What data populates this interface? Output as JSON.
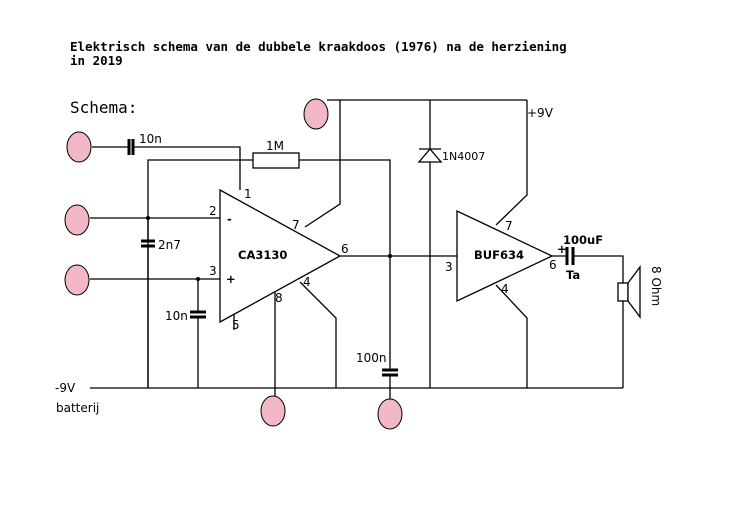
{
  "title": "Elektrisch schema van de dubbele kraakdoos (1976) na de herziening\nin 2019",
  "heading": "Schema:",
  "components": {
    "c_in": "10n",
    "r_fb": "1M",
    "c_2n7": "2n7",
    "c_10n_b": "10n",
    "c_100n": "100n",
    "diode": "1N4007",
    "c_out": "100uF",
    "c_out_type": "Ta",
    "speaker": "8 Ohm"
  },
  "ic1": {
    "name": "CA3130",
    "pin1": "1",
    "pin2": "2",
    "pin3": "3",
    "pin4": "4",
    "pin5": "5",
    "pin6": "6",
    "pin7": "7",
    "pin8": "8",
    "minus": "-",
    "plus": "+"
  },
  "ic2": {
    "name": "BUF634",
    "pin3": "3",
    "pin4": "4",
    "pin6": "6",
    "pin7": "7"
  },
  "supply": {
    "positive": "+9V",
    "negative": "-9V",
    "battery": "batterij",
    "cap_plus": "+"
  },
  "colors": {
    "pad": "#f2b8c6"
  }
}
